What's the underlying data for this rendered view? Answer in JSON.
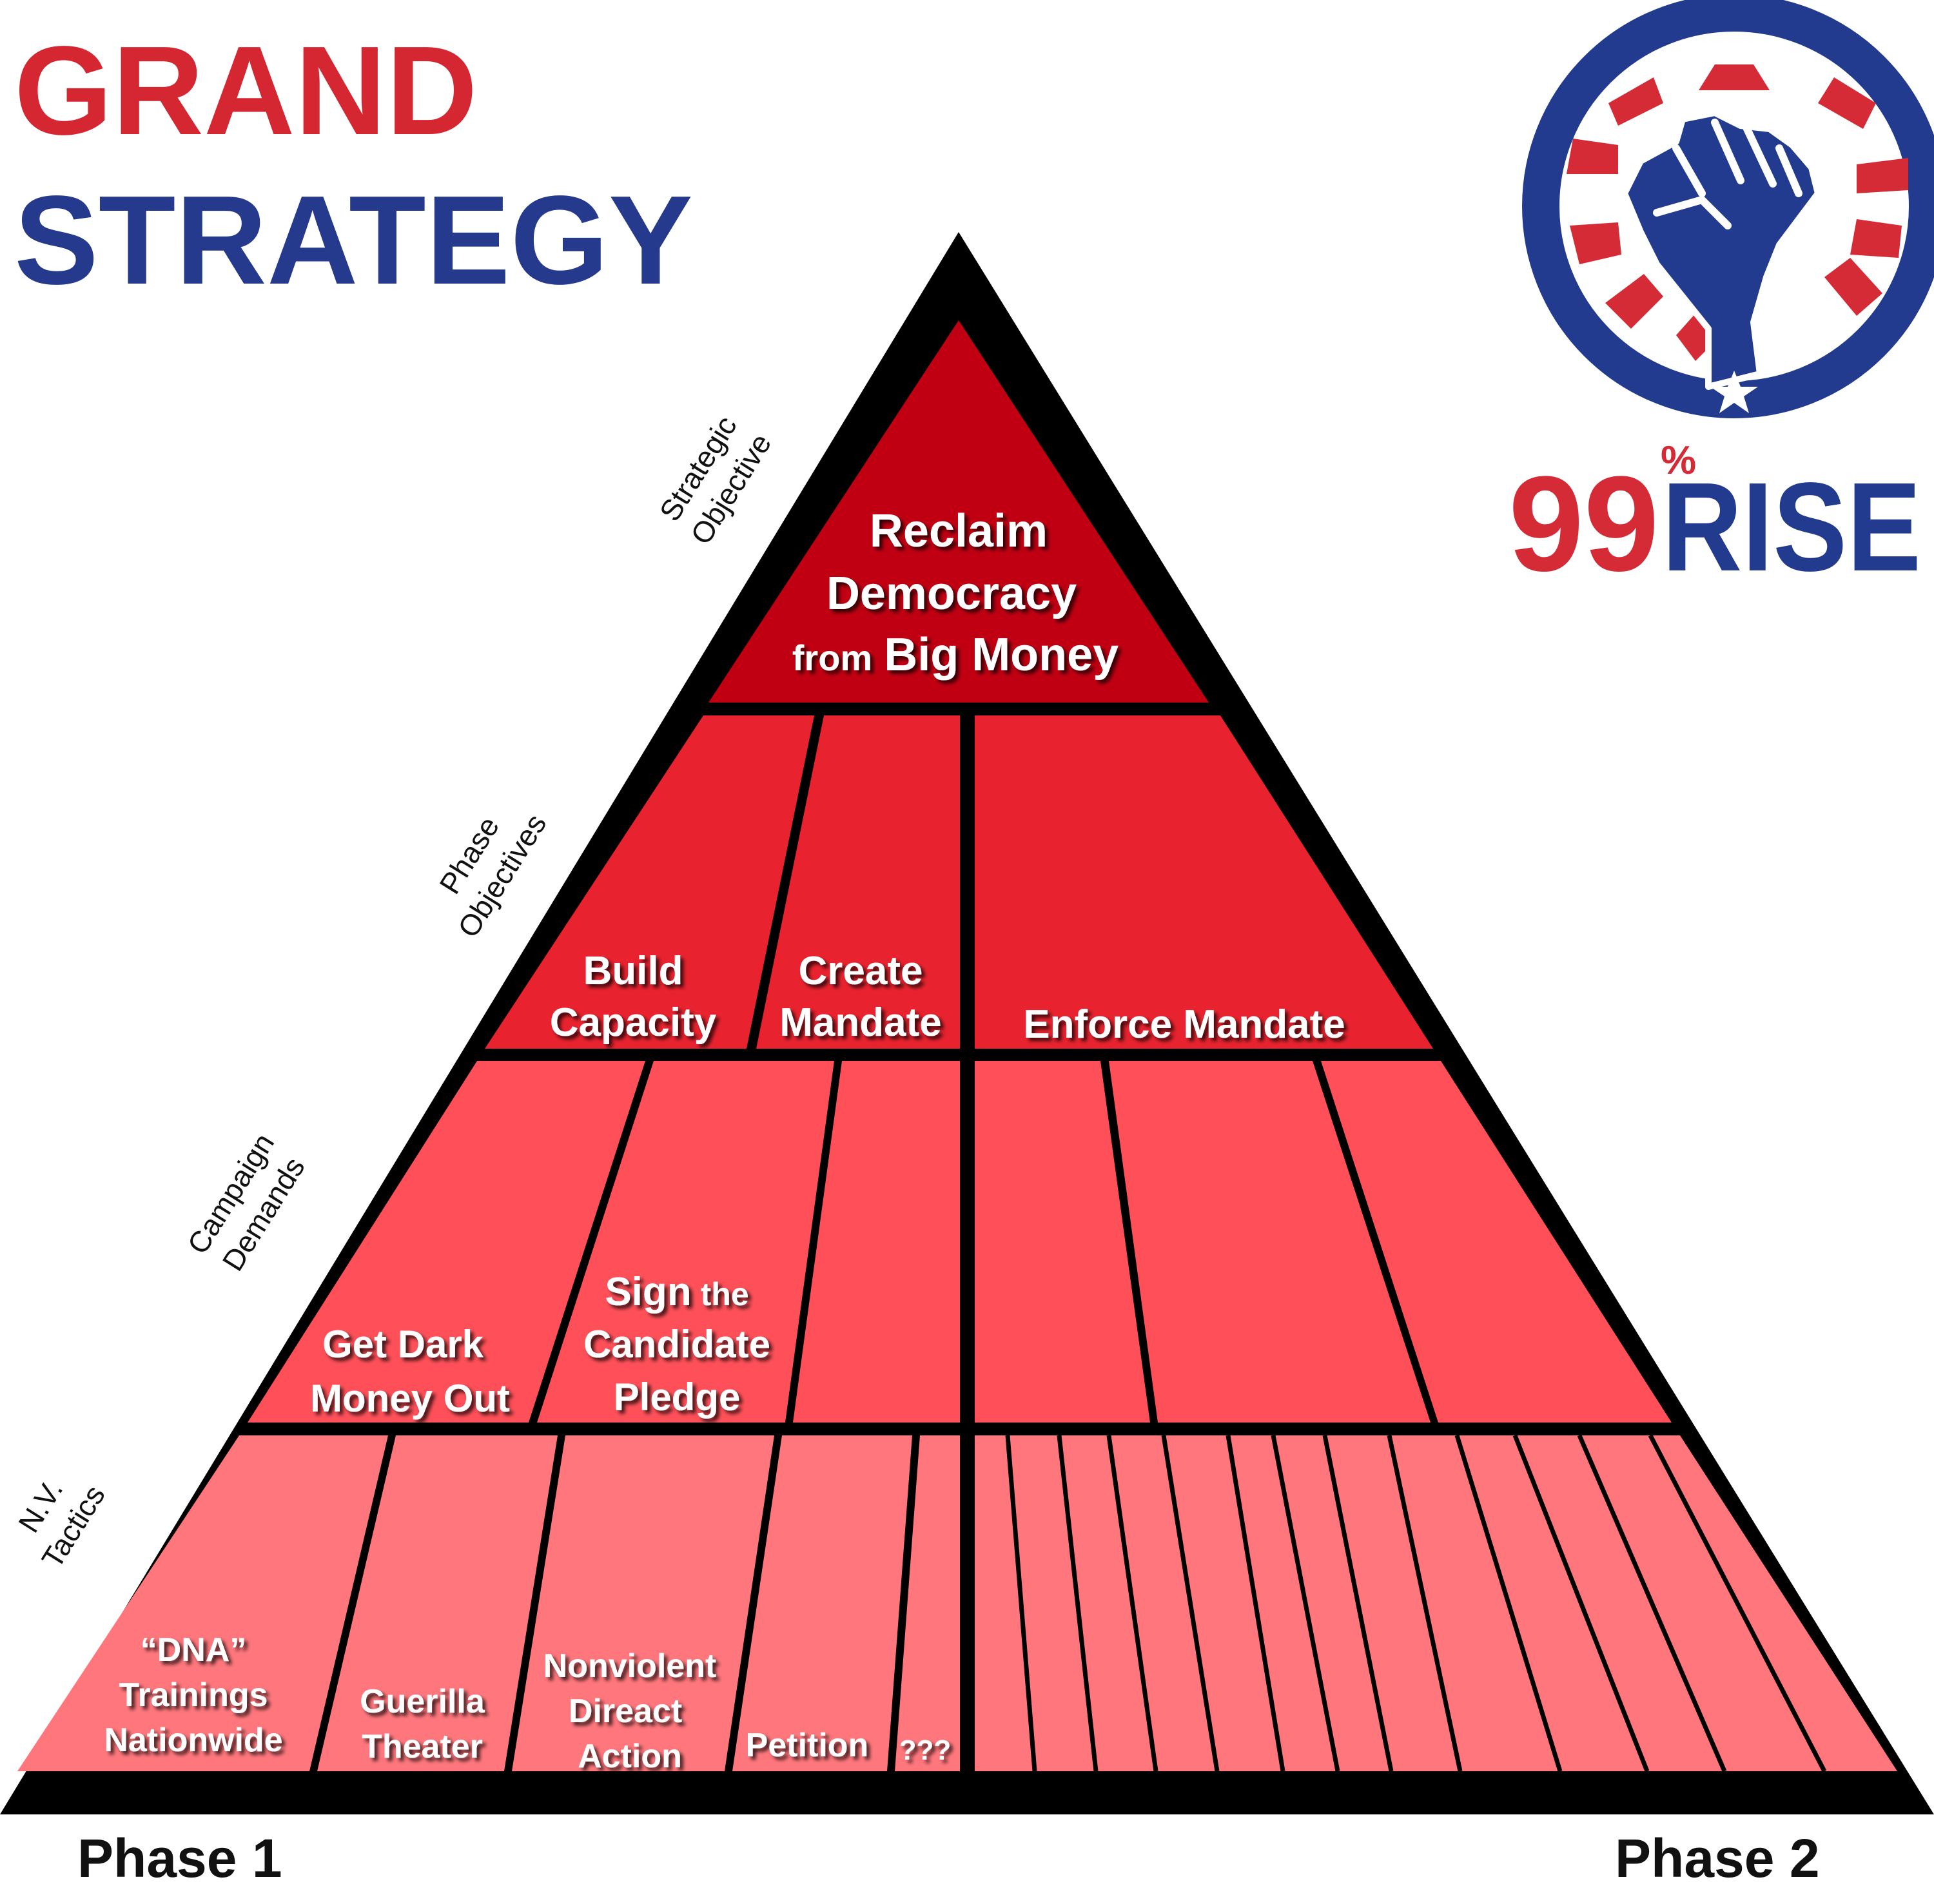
{
  "title": {
    "line1": "GRAND",
    "line2": "STRATEGY"
  },
  "colors": {
    "title_red": "#D42732",
    "title_blue": "#253A8C",
    "tier1": "#C00012",
    "tier2": "#E8232F",
    "tier3": "#FF5059",
    "tier4": "#FF777D",
    "frame": "#000000",
    "logo_blue": "#223B8F",
    "logo_red": "#D52B36"
  },
  "logo": {
    "num": "99",
    "pct": "%",
    "word": "RISE",
    "icon": "raised-fist-icon"
  },
  "side_labels": {
    "strategic": [
      "Strategic",
      "Objective"
    ],
    "phase": [
      "Phase",
      "Objectives"
    ],
    "campaign": [
      "Campaign",
      "Demands"
    ],
    "tactics": [
      "N.V.",
      "Tactics"
    ]
  },
  "apex": {
    "line1": "Reclaim",
    "line2": "Democracy",
    "line3_small": "from",
    "line3_big": "Big Money"
  },
  "phase_objectives": {
    "build": [
      "Build",
      "Capacity"
    ],
    "create": [
      "Create",
      "Mandate"
    ],
    "enforce": "Enforce Mandate"
  },
  "campaign_demands": {
    "dark_money": [
      "Get Dark",
      "Money Out"
    ],
    "pledge_big": "Sign",
    "pledge_small": "the",
    "pledge": [
      "Candidate",
      "Pledge"
    ]
  },
  "tactics": {
    "dna": [
      "“DNA”",
      "Trainings",
      "Nationwide"
    ],
    "guerilla": [
      "Guerilla",
      "Theater"
    ],
    "nonviolent": [
      "Nonviolent",
      "Direact",
      "Action"
    ],
    "petition": "Petition",
    "unknown": "???"
  },
  "phases": {
    "p1": "Phase 1",
    "p2": "Phase 2"
  }
}
